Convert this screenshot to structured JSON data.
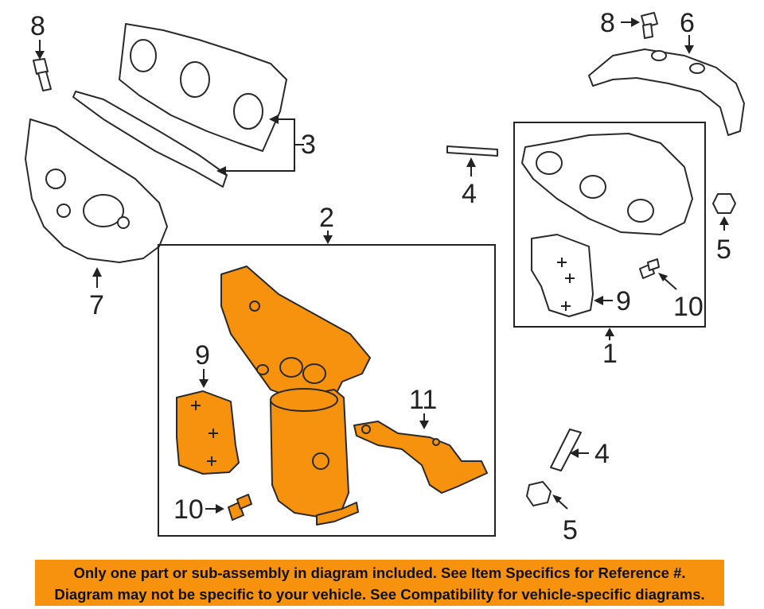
{
  "callouts": {
    "c1": "1",
    "c2": "2",
    "c3": "3",
    "c4a": "4",
    "c4b": "4",
    "c5a": "5",
    "c5b": "5",
    "c6": "6",
    "c7": "7",
    "c8a": "8",
    "c8b": "8",
    "c9a": "9",
    "c9b": "9",
    "c10a": "10",
    "c10b": "10",
    "c11": "11"
  },
  "notice": {
    "line1": "Only one part or sub-assembly in diagram included. See Item Specifics for Reference #.",
    "line2": "Diagram may not be specific to your vehicle. See Compatibility for vehicle-specific diagrams."
  },
  "colors": {
    "highlight": "#f7920e",
    "outline": "#2a2a2a"
  }
}
